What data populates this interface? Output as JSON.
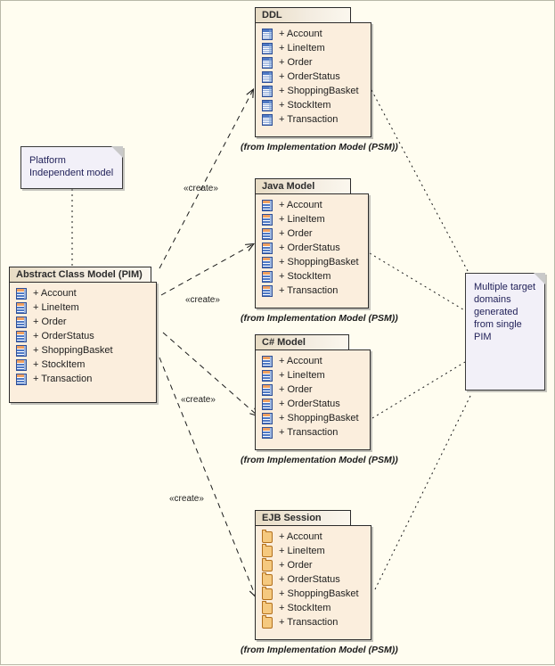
{
  "diagram": {
    "title": "MDA model transformation diagram",
    "background_color": "#fffdf0",
    "package_fill": "#fbeedd",
    "note_fill": "#f2f0f8",
    "from_caption": "(from Implementation Model (PSM))"
  },
  "source_package": {
    "name": "Abstract Class Model (PIM)",
    "icon_kind": "class-icon",
    "items": [
      "+ Account",
      "+ LineItem",
      "+ Order",
      "+ OrderStatus",
      "+ ShoppingBasket",
      "+ StockItem",
      "+ Transaction"
    ]
  },
  "target_packages": [
    {
      "name": "DDL",
      "icon_kind": "table-icon",
      "from": "(from Implementation Model (PSM))",
      "items": [
        "+ Account",
        "+ LineItem",
        "+ Order",
        "+ OrderStatus",
        "+ ShoppingBasket",
        "+ StockItem",
        "+ Transaction"
      ]
    },
    {
      "name": "Java Model",
      "icon_kind": "class-icon",
      "from": "(from Implementation Model (PSM))",
      "items": [
        "+ Account",
        "+ LineItem",
        "+ Order",
        "+ OrderStatus",
        "+ ShoppingBasket",
        "+ StockItem",
        "+ Transaction"
      ]
    },
    {
      "name": "C# Model",
      "icon_kind": "class-icon",
      "from": "(from Implementation Model (PSM))",
      "items": [
        "+ Account",
        "+ LineItem",
        "+ Order",
        "+ OrderStatus",
        "+ ShoppingBasket",
        "+ Transaction"
      ]
    },
    {
      "name": "EJB Session",
      "icon_kind": "folder-icon",
      "from": "(from Implementation Model (PSM))",
      "items": [
        "+ Account",
        "+ LineItem",
        "+ Order",
        "+ OrderStatus",
        "+ ShoppingBasket",
        "+ StockItem",
        "+ Transaction"
      ]
    }
  ],
  "notes": [
    {
      "id": "pim-note",
      "text": "Platform Independent model"
    },
    {
      "id": "psm-note",
      "text": "Multiple target domains generated from single PIM"
    }
  ],
  "connector_labels": [
    {
      "id": "create-ddl",
      "text": "«create»"
    },
    {
      "id": "create-java",
      "text": "«create»"
    },
    {
      "id": "create-csharp",
      "text": "«create»"
    },
    {
      "id": "create-ejb",
      "text": "«create»"
    }
  ]
}
